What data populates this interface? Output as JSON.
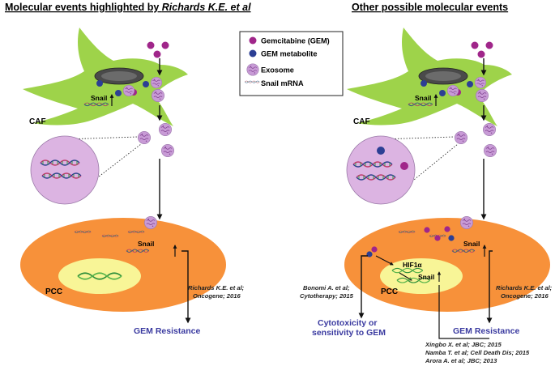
{
  "colors": {
    "caf_green": "#9ed34a",
    "pcc_orange": "#f7913a",
    "nucleus_yellow": "#f8f597",
    "exosome_purple": "#c89bd6",
    "gem_magenta": "#a0268a",
    "metabolite_blue": "#2c3f94",
    "label_blue": "#3a3aa0",
    "caf_nucleus": "#4a4a4a"
  },
  "legend": {
    "gem": "Gemcitabine (GEM)",
    "metabolite": "GEM metabolite",
    "exosome": "Exosome",
    "snail_mrna": "Snail mRNA"
  },
  "left": {
    "title_prefix": "Molecular events highlighted by ",
    "title_author": "Richards K.E. et al",
    "caf": "CAF",
    "snail_caf": "Snail",
    "snail_pcc": "Snail",
    "pcc": "PCC",
    "ref_line1": "Richards K.E. et al;",
    "ref_line2": "Oncogene; 2016",
    "resistance": "GEM Resistance"
  },
  "right": {
    "title": "Other possible molecular events",
    "caf": "CAF",
    "snail_caf": "Snail",
    "snail_pcc": "Snail",
    "pcc": "PCC",
    "hif": "HIF1α",
    "snail_nuc": "Snail",
    "ref_bonomi_1": "Bonomi A. et al;",
    "ref_bonomi_2": "Cytotherapy; 2015",
    "ref_richards_1": "Richards K.E. et al;",
    "ref_richards_2": "Oncogene; 2016",
    "cyto_1": "Cytotoxicity or",
    "cyto_2": "sensitivity to GEM",
    "resistance": "GEM Resistance",
    "ref_x1": "Xingbo X. et al; JBC; 2015",
    "ref_x2": "Namba T. et al; Cell Death Dis; 2015",
    "ref_x3": "Arora A. et al; JBC; 2013"
  }
}
